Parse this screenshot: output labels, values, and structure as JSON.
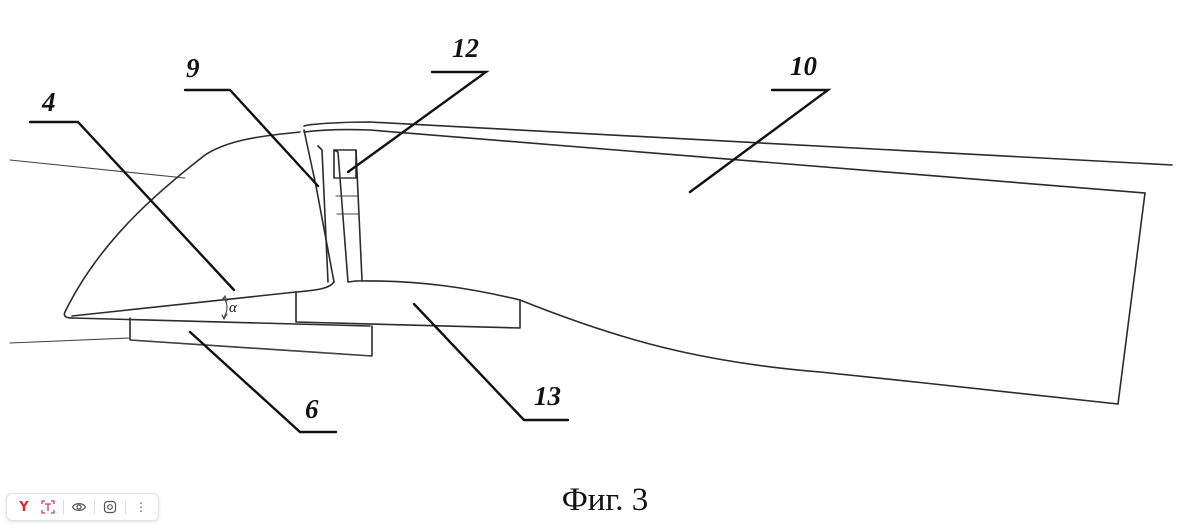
{
  "figure": {
    "caption": "Фиг. 3",
    "labels": {
      "l4": "4",
      "l9": "9",
      "l12": "12",
      "l10": "10",
      "l6": "6",
      "l13": "13"
    },
    "angle_symbol": "α"
  },
  "toolbar": {
    "icons": [
      "yandex-logo-icon",
      "text-recognition-icon",
      "eye-icon",
      "screenshot-icon",
      "more-vertical-icon"
    ],
    "logo_text": "Y",
    "more_glyph": "⋮"
  }
}
